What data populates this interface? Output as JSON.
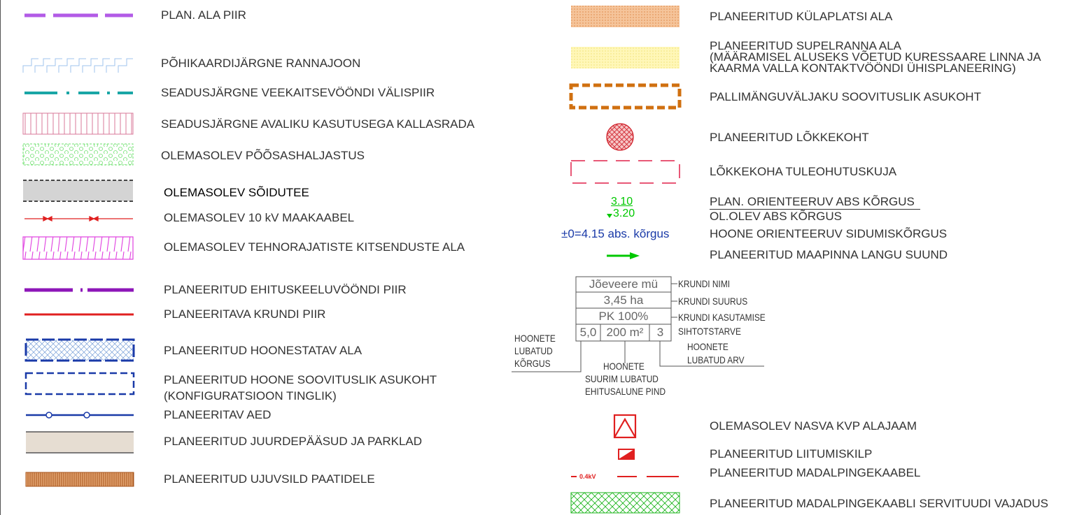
{
  "left": {
    "plan_ala_piir": "PLAN. ALA PIIR",
    "rannajoon": "PÕHIKAARDIJÄRGNE RANNAJOON",
    "veekaitsevoond": "SEADUSJÄRGNE VEEKAITSEVÖÖNDI VÄLISPIIR",
    "kallasrada": "SEADUSJÄRGNE AVALIKU KASUTUSEGA KALLASRADA",
    "poosashaljastus": "OLEMASOLEV PÕÕSASHALJASTUS",
    "soidutee": "OLEMASOLEV SÕIDUTEE",
    "maakaabel": "OLEMASOLEV 10 kV MAAKAABEL",
    "tehnorajatised": "OLEMASOLEV TEHNORAJATISTE KITSENDUSTE ALA",
    "ehituskeeluvoond": "PLANEERITUD EHITUSKEELUVÖÖNDI PIIR",
    "krundi_piir": "PLANEERITAVA KRUNDI PIIR",
    "hoonestatav_ala": "PLANEERITUD HOONESTATAV ALA",
    "hoone_asukoht_1": "PLANEERITUD HOONE SOOVITUSLIK ASUKOHT",
    "hoone_asukoht_2": "(KONFIGURATSIOON TINGLIK)",
    "aed": "PLANEERITAV AED",
    "juurdepaasud": "PLANEERITUD JUURDEPÄÄSUD JA PARKLAD",
    "ujuvsild": "PLANEERITUD UJUVSILD PAATIDELE"
  },
  "right": {
    "kulaplats": "PLANEERITUD KÜLAPLATSI ALA",
    "supelrand_1": "PLANEERITUD SUPELRANNA ALA",
    "supelrand_2": "(MÄÄRAMISEL ALUSEKS VÕETUD KURESSAARE LINNA JA",
    "supelrand_3": "KAARMA VALLA KONTAKTVÖÖNDI ÜHISPLANEERING)",
    "pallimanguvaljak": "PALLIMÄNGUVÄLJAKU SOOVITUSLIK ASUKOHT",
    "lokkekoht": "PLANEERITUD LÕKKEKOHT",
    "tuleohutuskuja": "LÕKKEKOHA TULEOHUTUSKUJA",
    "orient_korgus": "PLAN. ORIENTEERUV ABS KÕRGUS",
    "olev_korgus": "OL.OLEV ABS KÕRGUS",
    "sidumiskorgus": "HOONE ORIENTEERUV SIDUMISKÕRGUS",
    "langu_suund": "PLANEERITUD MAAPINNA LANGU SUUND",
    "alajaam": "OLEMASOLEV NASVA KVP ALAJAAM",
    "liitumiskilp": "PLANEERITUD LIITUMISKILP",
    "madalpingekaabel": "PLANEERITUD MADALPINGEKAABEL",
    "servituut": "PLANEERITUD MADALPINGEKAABLI SERVITUUDI VAJADUS"
  },
  "elevation": {
    "planned": "3.10",
    "existing": "3.20",
    "zero_label": "±0=4.15 abs. kõrgus"
  },
  "cable_tag": "0.4kV",
  "plot_box": {
    "name": "Jõeveere mü",
    "size": "3,45 ha",
    "purpose": "PK 100%",
    "height": "5,0",
    "area": "200 m²",
    "count": "3",
    "lbl_name": "KRUNDI NIMI",
    "lbl_size": "KRUNDI SUURUS",
    "lbl_purpose_1": "KRUNDI KASUTAMISE",
    "lbl_purpose_2": "SIHTOTSTARVE",
    "lbl_count_1": "HOONETE",
    "lbl_count_2": "LUBATUD ARV",
    "lbl_height_1": "HOONETE",
    "lbl_height_2": "LUBATUD",
    "lbl_height_3": "KÕRGUS",
    "lbl_area_1": "HOONETE",
    "lbl_area_2": "SUURIM LUBATUD",
    "lbl_area_3": "EHITUSALUNE PIND"
  },
  "colors": {
    "purple": "#b25be6",
    "teal": "#1aa6a6",
    "pink": "#d97a9a",
    "green": "#6ee06e",
    "red": "#e02020",
    "blue": "#1a3aa8",
    "magenta": "#e040e0",
    "orange": "#d07010",
    "brown": "#c87a3a"
  }
}
